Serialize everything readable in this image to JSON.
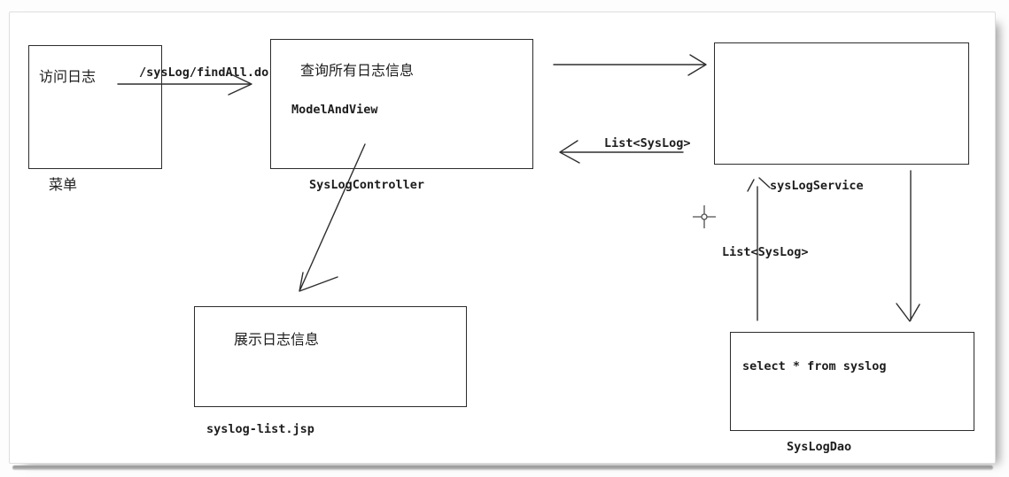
{
  "diagram": {
    "menu": {
      "title": "访问日志",
      "caption": "菜单"
    },
    "controller": {
      "line1": "查询所有日志信息",
      "line2": "ModelAndView",
      "caption": "SysLogController"
    },
    "service": {
      "caption": "sysLogService"
    },
    "jsp": {
      "line1": "展示日志信息",
      "caption": "syslog-list.jsp"
    },
    "dao": {
      "line1": "select * from syslog",
      "caption": "SysLogDao"
    },
    "edges": {
      "menu_to_controller_label": "/sysLog/findAll.do",
      "service_to_controller_label": "List<SysLog>",
      "dao_to_service_label": "List<SysLog>"
    },
    "colors": {
      "line": "#2e2e2e",
      "text": "#1d1d1d",
      "frame_border": "#dedede",
      "window_shadow": "#8d8d8d",
      "background": "#ffffff"
    }
  }
}
